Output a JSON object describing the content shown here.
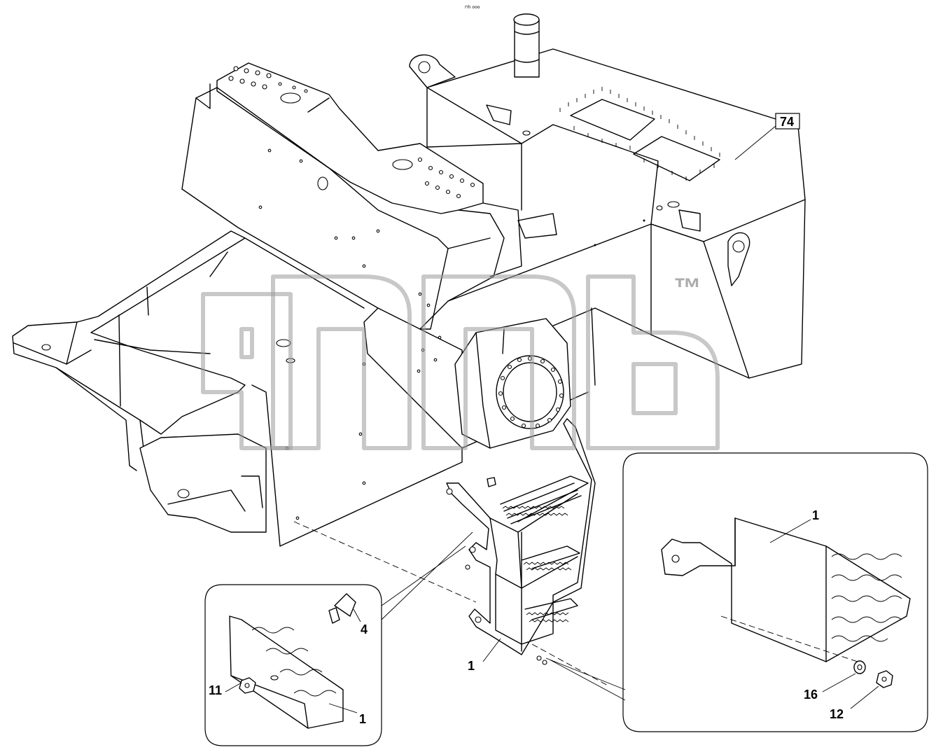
{
  "header": {
    "tiny_text": "⊓h ooo"
  },
  "callouts": {
    "frame": "74",
    "step_main": "1",
    "inset_left_bumper": "4",
    "inset_left_nut": "11",
    "inset_left_step": "1",
    "inset_right_step": "1",
    "inset_right_washer": "16",
    "inset_right_nut": "12"
  },
  "watermark": {
    "tm": "™"
  },
  "colors": {
    "line": "#000000",
    "watermark": "#9a9a9a",
    "background": "#ffffff"
  }
}
